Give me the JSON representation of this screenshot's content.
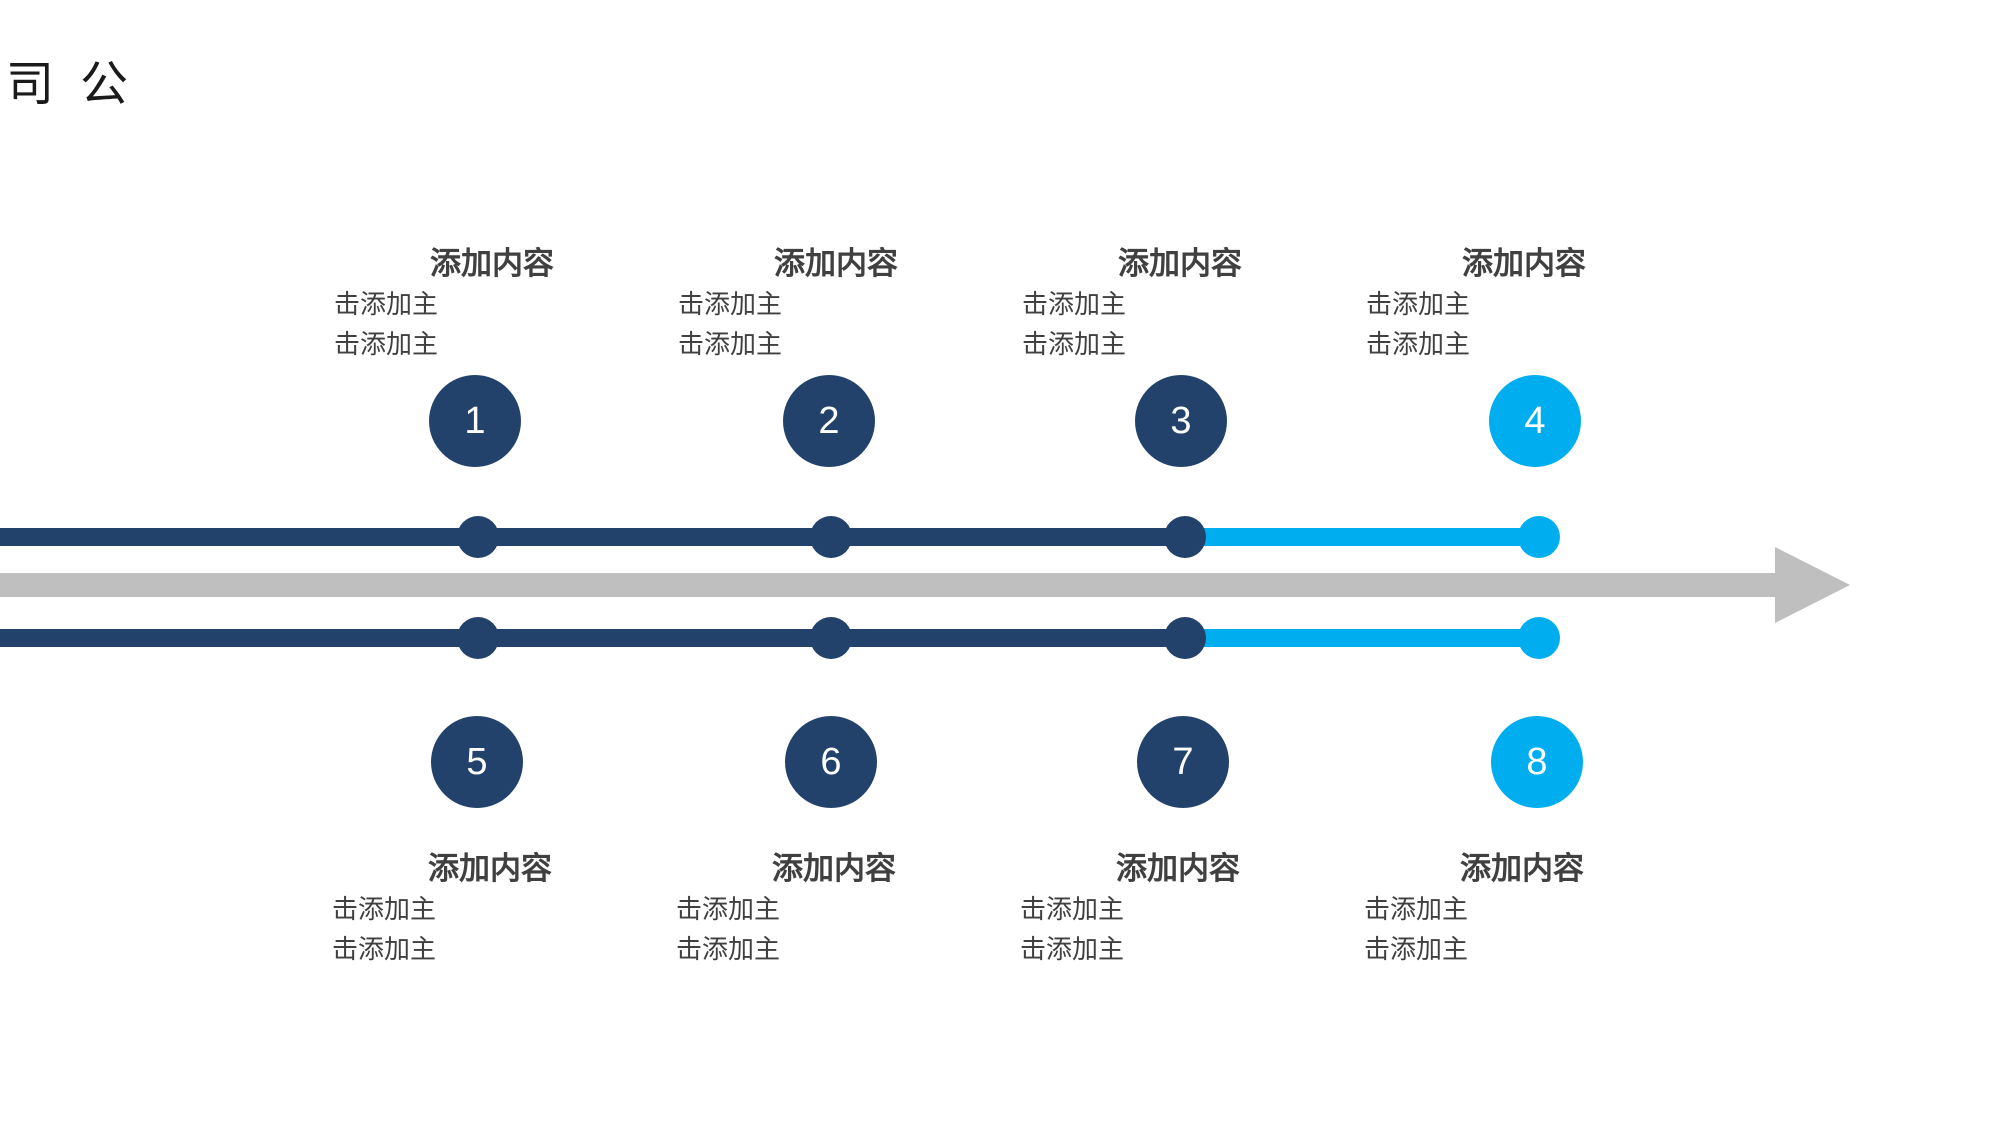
{
  "page": {
    "title": "司公"
  },
  "colors": {
    "dark": "#23426b",
    "accent": "#00aeef",
    "arrow": "#bfbfbf",
    "text": "#404040"
  },
  "nodes_top": [
    {
      "number": "1",
      "title": "添加内容",
      "lines": [
        "击添加主",
        "击添加主"
      ],
      "highlight": false
    },
    {
      "number": "2",
      "title": "添加内容",
      "lines": [
        "击添加主",
        "击添加主"
      ],
      "highlight": false
    },
    {
      "number": "3",
      "title": "添加内容",
      "lines": [
        "击添加主",
        "击添加主"
      ],
      "highlight": false
    },
    {
      "number": "4",
      "title": "添加内容",
      "lines": [
        "击添加主",
        "击添加主"
      ],
      "highlight": true
    }
  ],
  "nodes_bottom": [
    {
      "number": "5",
      "title": "添加内容",
      "lines": [
        "击添加主",
        "击添加主"
      ],
      "highlight": false
    },
    {
      "number": "6",
      "title": "添加内容",
      "lines": [
        "击添加主",
        "击添加主"
      ],
      "highlight": false
    },
    {
      "number": "7",
      "title": "添加内容",
      "lines": [
        "击添加主",
        "击添加主"
      ],
      "highlight": false
    },
    {
      "number": "8",
      "title": "添加内容",
      "lines": [
        "击添加主",
        "击添加主"
      ],
      "highlight": true
    }
  ]
}
